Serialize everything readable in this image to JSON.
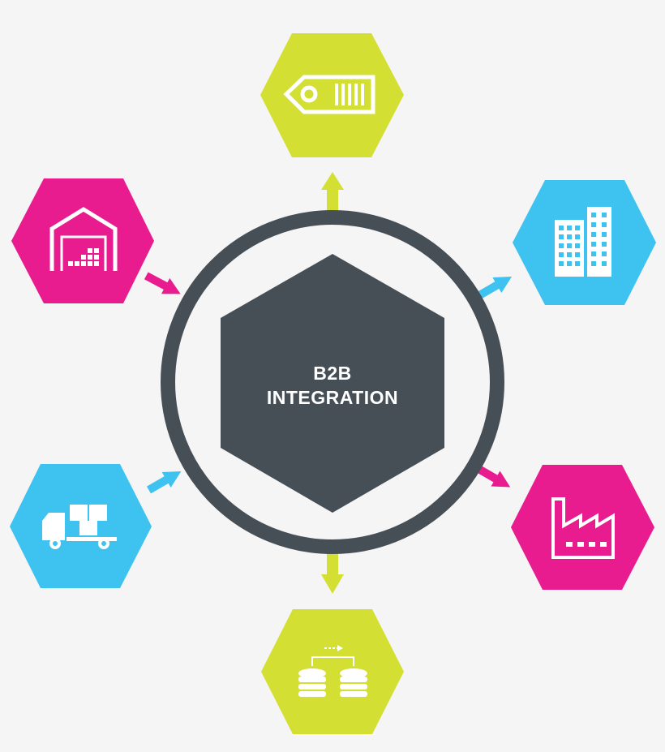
{
  "center": {
    "line1": "B2B",
    "line2": "INTEGRATION"
  },
  "colors": {
    "background": "#f5f5f5",
    "ring": "#464e56",
    "center_hexagon": "#464e56",
    "lime": "#d4df34",
    "magenta": "#e81c8e",
    "blue": "#3ec2ef",
    "icon": "#ffffff"
  },
  "nodes": [
    {
      "id": "top",
      "icon": "barcode-tag-icon",
      "color": "lime"
    },
    {
      "id": "top-right",
      "icon": "office-buildings-icon",
      "color": "blue"
    },
    {
      "id": "bottom-right",
      "icon": "factory-icon",
      "color": "magenta"
    },
    {
      "id": "bottom",
      "icon": "database-sync-icon",
      "color": "lime"
    },
    {
      "id": "bottom-left",
      "icon": "delivery-truck-icon",
      "color": "blue"
    },
    {
      "id": "top-left",
      "icon": "warehouse-icon",
      "color": "magenta"
    }
  ]
}
